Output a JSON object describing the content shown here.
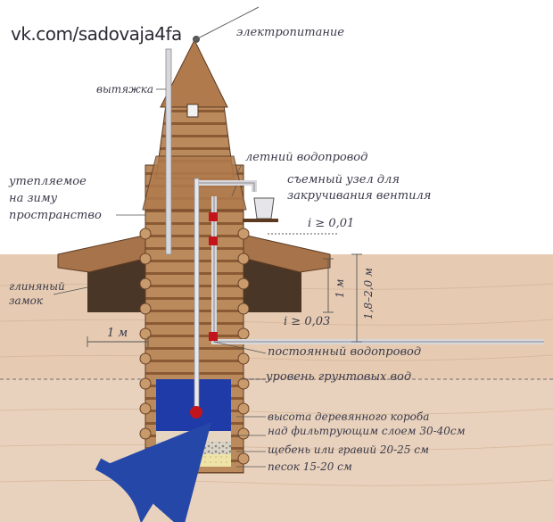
{
  "watermark": "vk.com/sadovaja4fa",
  "labels": {
    "power": "электропитание",
    "exhaust": "вытяжка",
    "insulated_1": "утепляемое",
    "insulated_2": "на зиму",
    "insulated_3": "пространство",
    "summer_water": "летний водопровод",
    "removable_1": "съемный узел для",
    "removable_2": "закручивания вентиля",
    "slope_top": "i ≥ 0,01",
    "clay_1": "глиняный",
    "clay_2": "замок",
    "one_m_vertical": "1 м",
    "range_vertical": "1,8–2,0 м",
    "slope_bottom": "i ≥ 0,03",
    "one_m_horizontal": "1 м",
    "permanent_water": "постоянный водопровод",
    "groundwater": "уровень грунтовых вод",
    "box_height_1": "высота деревянного короба",
    "box_height_2": "над фильтрующим слоем 30-40см",
    "gravel": "щебень или гравий 20-25 см",
    "sand": "песок 15-20 см"
  },
  "colors": {
    "sky": "#ffffff",
    "soil": "#e6cbb2",
    "soil_dark": "#d8b898",
    "dark_soil": "#4a3626",
    "log": "#b98658",
    "log_dark": "#8a5a34",
    "roof": "#a6734a",
    "water": "#1f3ba8",
    "arrow": "#2547a8",
    "pipe": "#d8d8dc",
    "red": "#c2141c",
    "text": "#3a3a4a"
  }
}
